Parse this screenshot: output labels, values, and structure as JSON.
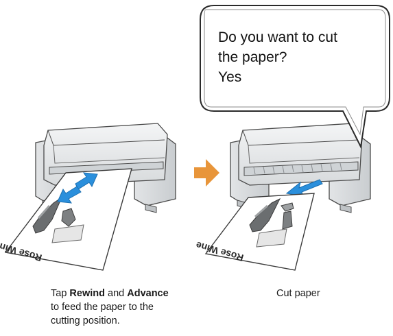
{
  "dialog": {
    "line1": "Do you want to cut",
    "line2": "the paper?",
    "line3": "Yes"
  },
  "left_panel": {
    "caption_prefix": "Tap ",
    "caption_bold1": "Rewind",
    "caption_mid": " and ",
    "caption_bold2": "Advance",
    "caption_line2": "to feed the paper to the",
    "caption_line3": "cutting position.",
    "paper_label": "Rose Wine"
  },
  "right_panel": {
    "caption": "Cut paper",
    "paper_label": "Rose Wine"
  },
  "colors": {
    "advance_arrow": "#2a8fdc",
    "step_arrow": "#e8953a",
    "printer_body": "#e9ebec",
    "outline": "#4a4a4a"
  },
  "icons": {
    "step_arrow": "arrow-right-icon",
    "feed_arrow": "arrow-up-down-icon",
    "cut_arrow": "arrow-left-down-icon"
  }
}
